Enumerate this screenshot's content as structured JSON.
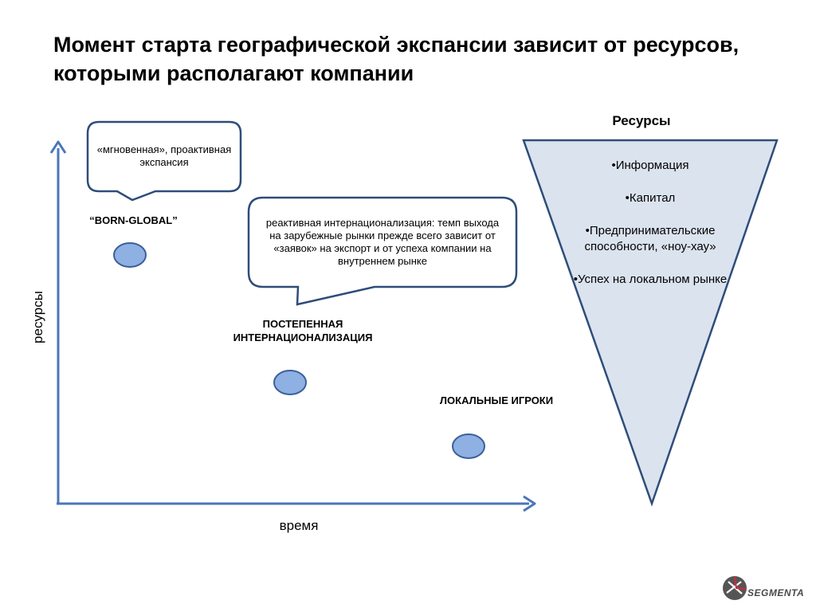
{
  "title": "Момент старта географической экспансии зависит от ресурсов, которыми располагают компании",
  "axes": {
    "y_label": "ресурсы",
    "x_label": "время"
  },
  "callouts": {
    "instant": "«мгновенная», проактивная экспансия",
    "reactive": "реактивная интернационализация: темп выхода на зарубежные рынки прежде всего зависит от «заявок» на экспорт и от успеха компании на внутреннем рынке"
  },
  "groups": {
    "born_global": "“BORN-GLOBAL”",
    "gradual": "ПОСТЕПЕННАЯ ИНТЕРНАЦИОНАЛИЗАЦИЯ",
    "local": "ЛОКАЛЬНЫЕ ИГРОКИ"
  },
  "resources": {
    "title": "Ресурсы",
    "items": [
      "•Информация",
      "•Капитал",
      "•Предпринимательские способности, «ноу-хау»",
      "•Успех на локальном рынке"
    ]
  },
  "logo": {
    "text": "SEGMENTA"
  },
  "colors": {
    "axis": "#4a76b8",
    "callout_border": "#2e4d7a",
    "dot_fill": "#8eb0e2",
    "dot_border": "#3b5f99",
    "funnel_fill": "#dbe3ee",
    "funnel_border": "#2e4d7a"
  }
}
